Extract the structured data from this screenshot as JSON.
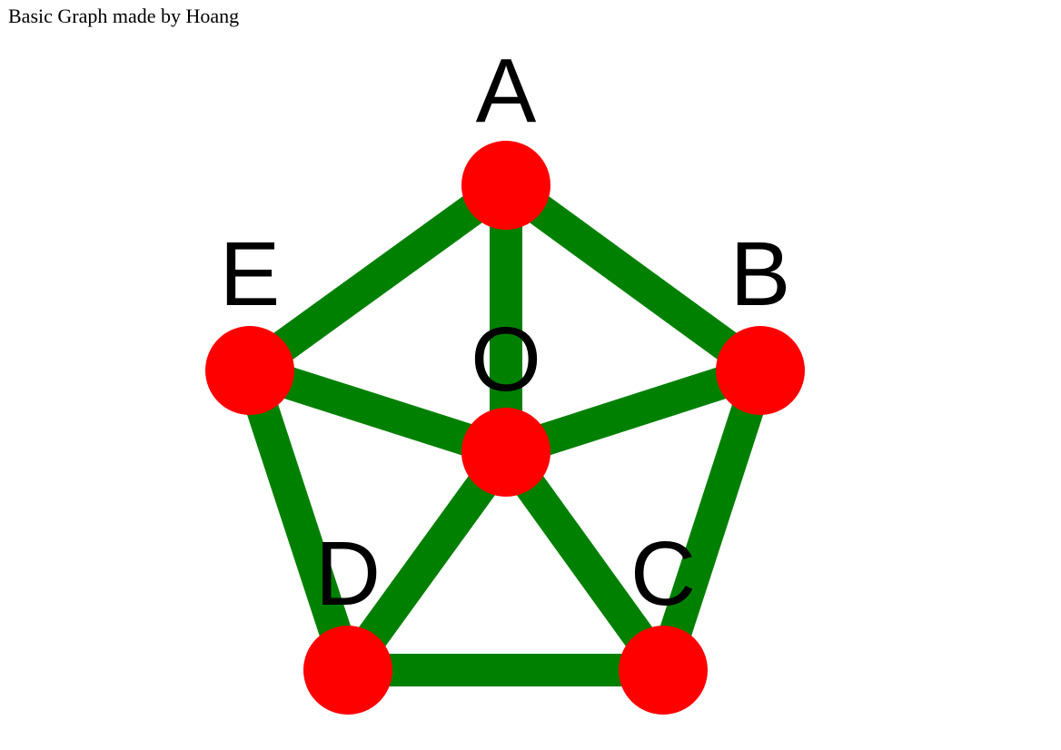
{
  "caption": "Basic Graph made by Hoang",
  "colors": {
    "edge": "#008000",
    "node": "#ff0000",
    "label": "#000000"
  },
  "nodes": [
    {
      "id": "A",
      "label": "A"
    },
    {
      "id": "B",
      "label": "B"
    },
    {
      "id": "C",
      "label": "C"
    },
    {
      "id": "D",
      "label": "D"
    },
    {
      "id": "E",
      "label": "E"
    },
    {
      "id": "O",
      "label": "O"
    }
  ],
  "edges": [
    [
      "A",
      "B"
    ],
    [
      "B",
      "C"
    ],
    [
      "C",
      "D"
    ],
    [
      "D",
      "E"
    ],
    [
      "E",
      "A"
    ],
    [
      "O",
      "A"
    ],
    [
      "O",
      "B"
    ],
    [
      "O",
      "C"
    ],
    [
      "O",
      "D"
    ],
    [
      "O",
      "E"
    ]
  ]
}
